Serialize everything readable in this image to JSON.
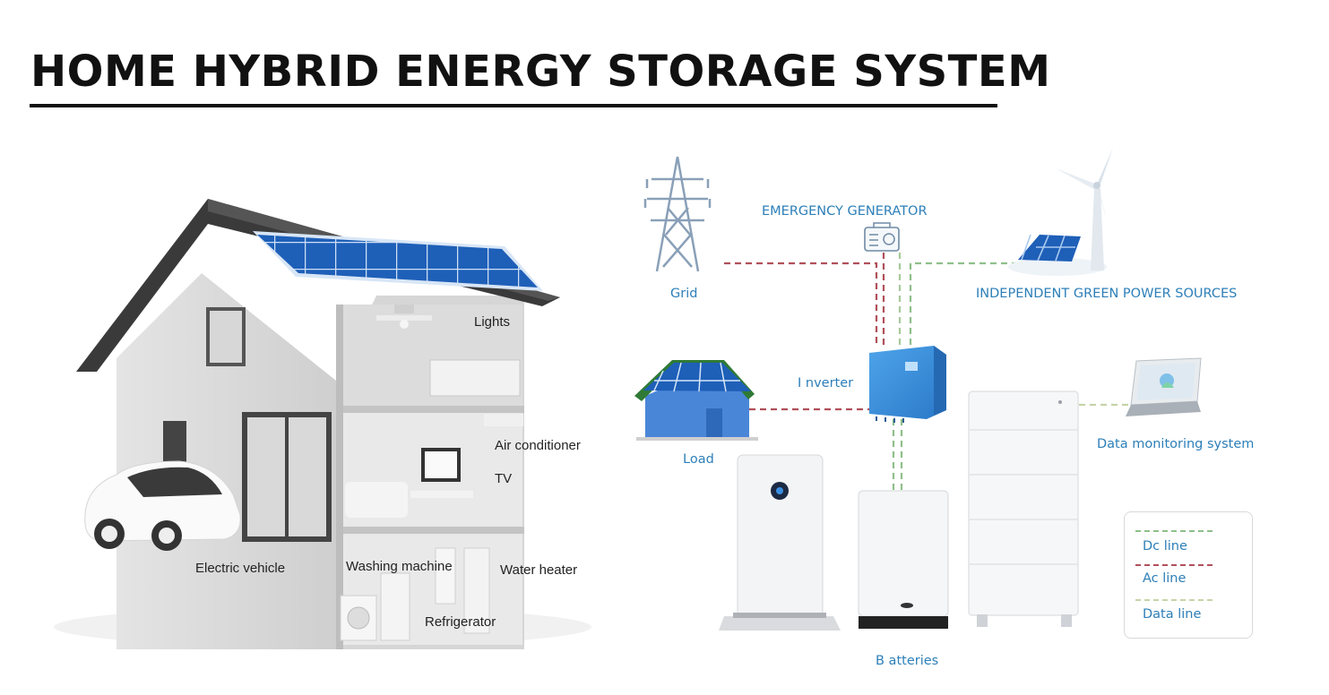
{
  "title": "HOME HYBRID ENERGY STORAGE SYSTEM",
  "house_labels": {
    "lights": "Lights",
    "air_conditioner": "Air conditioner",
    "tv": "TV",
    "electric_vehicle": "Electric vehicle",
    "washing_machine": "Washing machine",
    "water_heater": "Water heater",
    "refrigerator": "Refrigerator"
  },
  "system_labels": {
    "grid": "Grid",
    "emergency_generator": "EMERGENCY  GENERATOR",
    "green_sources": "INDEPENDENT GREEN POWER SOURCES",
    "inverter": "I nverter",
    "load": "Load",
    "data_monitoring": "Data  monitoring  system",
    "batteries": "B    atteries"
  },
  "legend": {
    "dc": "Dc line",
    "ac": "Ac  line",
    "data": "Data line"
  },
  "colors": {
    "dc_line": "#8fbf8a",
    "ac_line": "#b0505a",
    "data_line": "#c5d4a8",
    "label_blue": "#2d7fb8",
    "solar_blue": "#1e5fb8",
    "inverter_blue": "#3b8fd9"
  }
}
